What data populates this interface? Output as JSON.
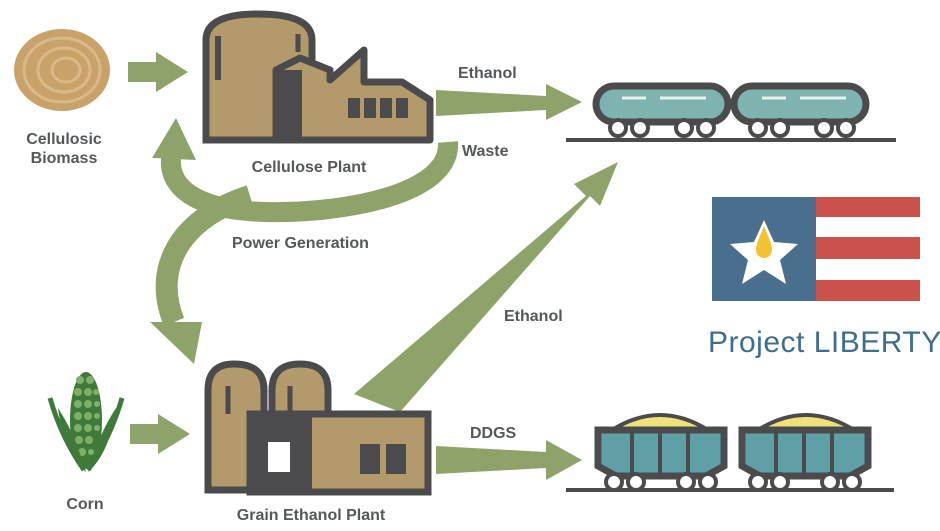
{
  "labels": {
    "cellulosic_biomass_line1": "Cellulosic",
    "cellulosic_biomass_line2": "Biomass",
    "cellulose_plant": "Cellulose Plant",
    "ethanol_top": "Ethanol",
    "waste": "Waste",
    "power_generation": "Power Generation",
    "ethanol_diagonal": "Ethanol",
    "corn": "Corn",
    "grain_ethanol_plant": "Grain Ethanol Plant",
    "ddgs": "DDGS"
  },
  "brand": {
    "name": "Project LIBERTY"
  },
  "colors": {
    "arrow_green": "#8ea36a",
    "building_tan": "#b39a6a",
    "building_outline": "#4b4b4d",
    "tank_car_teal": "#7fb3b0",
    "hopper_teal": "#5fa0a6",
    "grain_yellow": "#f0e27a",
    "flag_blue": "#4a6f8e",
    "flag_red": "#c9524a",
    "corn_green": "#3f7a3a",
    "bale_tan": "#c9a26a",
    "text_gray": "#55585a",
    "brand_blue": "#3f6e8c"
  },
  "icons": [
    "hay-bale-icon",
    "corn-icon",
    "cellulose-plant-icon",
    "grain-ethanol-plant-icon",
    "tank-car-icon",
    "hopper-car-icon",
    "flag-icon"
  ]
}
